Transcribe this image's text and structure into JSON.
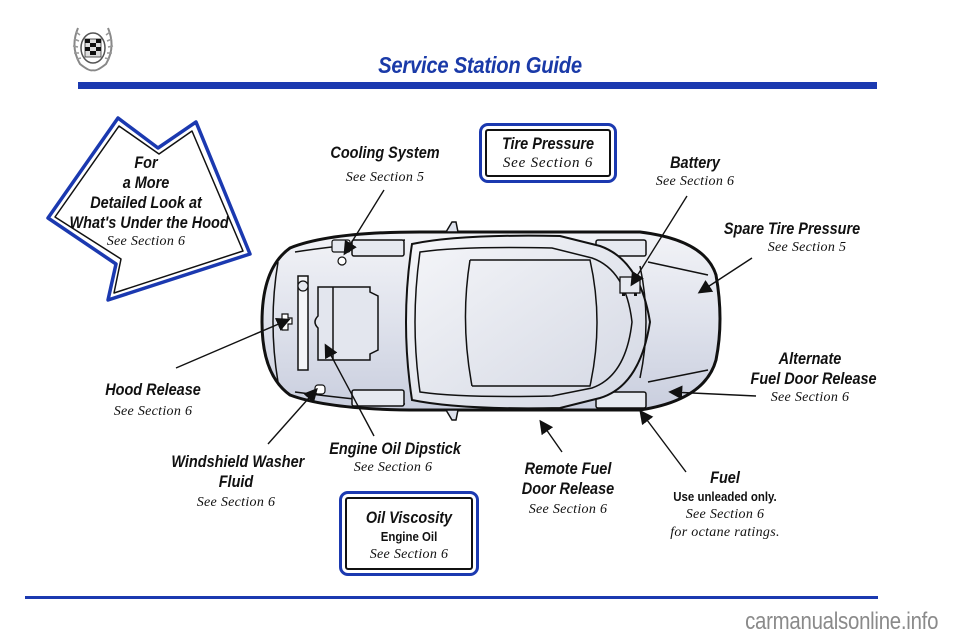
{
  "header": {
    "logo": "cadillac-crest-icon",
    "title": "Service Station Guide"
  },
  "colors": {
    "accent_blue": "#1b39b0",
    "car_fill": "#dde1ec",
    "text": "#111111",
    "watermark": "#8a8a8a"
  },
  "hood_arrow": {
    "line1": "For",
    "line2": "a More",
    "line3": "Detailed Look at",
    "line4": "What's Under the Hood",
    "ref": "See Section 6"
  },
  "labels": {
    "cooling_system": {
      "title": "Cooling System",
      "ref": "See Section 5"
    },
    "tire_pressure": {
      "title": "Tire Pressure",
      "ref": "See Section 6"
    },
    "battery": {
      "title": "Battery",
      "ref": "See Section 6"
    },
    "spare_tire_pressure": {
      "title": "Spare Tire Pressure",
      "ref": "See Section 5"
    },
    "alternate_fuel_door": {
      "title_line1": "Alternate",
      "title_line2": "Fuel Door Release",
      "ref": "See Section 6"
    },
    "hood_release": {
      "title": "Hood Release",
      "ref": "See Section 6"
    },
    "windshield_washer": {
      "title_line1": "Windshield Washer",
      "title_line2": "Fluid",
      "ref": "See Section 6"
    },
    "engine_oil_dipstick": {
      "title": "Engine Oil Dipstick",
      "ref": "See Section 6"
    },
    "remote_fuel_door": {
      "title_line1": "Remote Fuel",
      "title_line2": "Door Release",
      "ref": "See Section 6"
    },
    "fuel": {
      "title": "Fuel",
      "note": "Use unleaded only.",
      "ref": "See Section 6",
      "ref2": "for octane ratings."
    },
    "oil_viscosity": {
      "title": "Oil Viscosity",
      "sub": "Engine Oil",
      "ref": "See Section 6"
    }
  },
  "footer": {
    "watermark": "carmanualsonline.info"
  }
}
